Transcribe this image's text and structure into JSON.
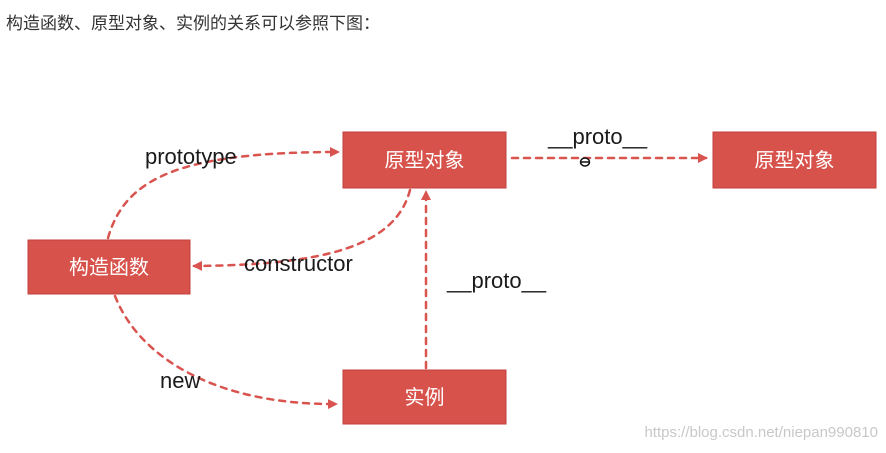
{
  "intro_text": "构造函数、原型对象、实例的关系可以参照下图：",
  "nodes": {
    "constructor_fn": "构造函数",
    "prototype_obj": "原型对象",
    "prototype_obj_2": "原型对象",
    "instance": "实例"
  },
  "edges": {
    "prototype": "prototype",
    "constructor": "constructor",
    "new": "new",
    "proto_instance": "__proto__",
    "proto_chain": "__proto__"
  },
  "watermark": "https://blog.csdn.net/niepan990810",
  "colors": {
    "box_fill": "#d8524c",
    "box_stroke": "#c0433e",
    "arrow": "#d9534f",
    "label_text": "#1a1a1a"
  }
}
